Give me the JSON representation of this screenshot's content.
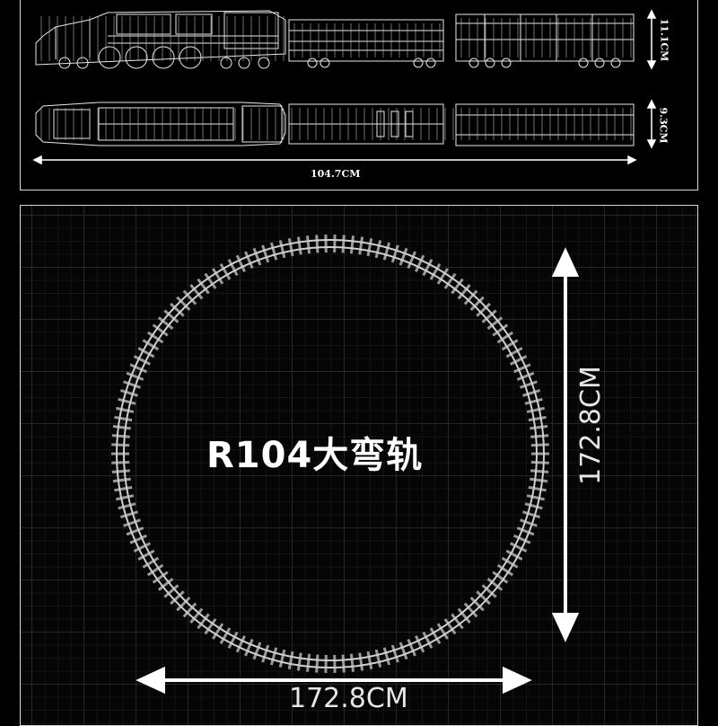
{
  "locomotive": {
    "height_label": "11.1CM",
    "width_label": "9.3CM",
    "length_label": "104.7CM"
  },
  "track": {
    "title": "R104大弯轨",
    "height_label": "172.8CM",
    "width_label": "172.8CM"
  },
  "colors": {
    "background": "#000000",
    "lines": "#ffffff",
    "track": "#bdbdbd"
  }
}
